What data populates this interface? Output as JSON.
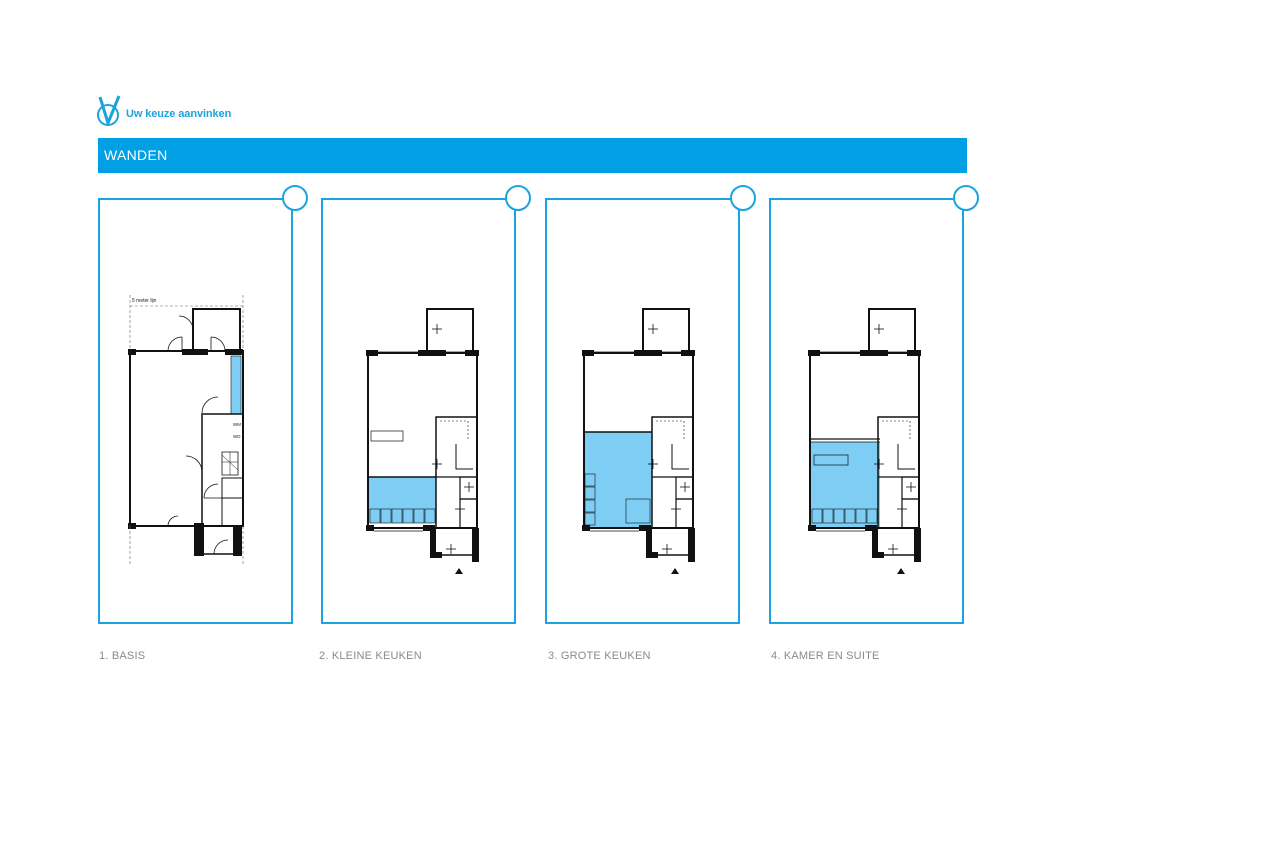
{
  "header": {
    "brand_text": "Uw keuze aanvinken",
    "brand_icon": "checkmark-v-icon",
    "accent_color": "#1ca3dd",
    "banner_color": "#019fe3",
    "banner_title": "WANDEN"
  },
  "plan_labels": {
    "line_label": "5 meter lijn",
    "wm": "WM",
    "wd": "WD"
  },
  "options": [
    {
      "caption": "1. BASIS"
    },
    {
      "caption": "2. KLEINE KEUKEN"
    },
    {
      "caption": "3. GROTE KEUKEN"
    },
    {
      "caption": "4. KAMER EN SUITE"
    }
  ],
  "highlight_color": "#7ecdf4"
}
